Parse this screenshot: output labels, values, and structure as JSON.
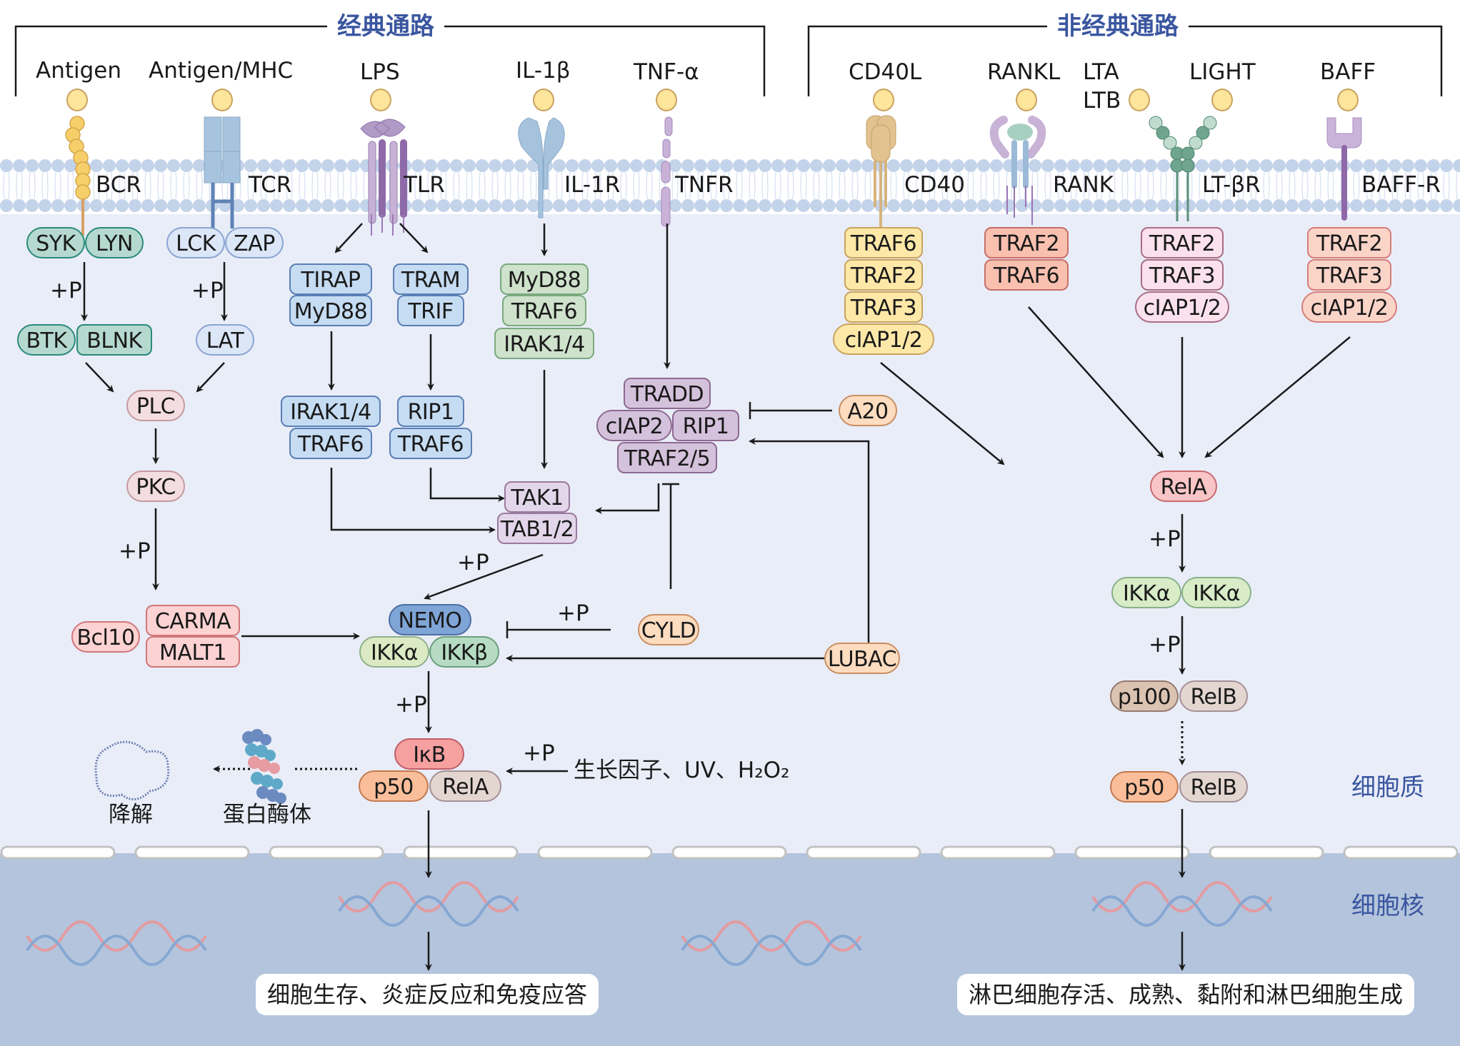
{
  "sections": {
    "canonical": "经典通路",
    "noncanonical": "非经典通路"
  },
  "regions": {
    "cytoplasm": "细胞质",
    "nucleus": "细胞核"
  },
  "ligands": {
    "antigen": "Antigen",
    "antigen_mhc": "Antigen/MHC",
    "lps": "LPS",
    "il1b": "IL-1β",
    "tnfa": "TNF-α",
    "cd40l": "CD40L",
    "rankl": "RANKL",
    "lta": "LTA",
    "ltb": "LTB",
    "light": "LIGHT",
    "baff": "BAFF"
  },
  "receptors": {
    "bcr": "BCR",
    "tcr": "TCR",
    "tlr": "TLR",
    "il1r": "IL-1R",
    "tnfr": "TNFR",
    "cd40": "CD40",
    "rank": "RANK",
    "ltbr": "LT-βR",
    "baffr": "BAFF-R"
  },
  "phospho": "+P",
  "nodes": {
    "syk": "SYK",
    "lyn": "LYN",
    "lck": "LCK",
    "zap": "ZAP",
    "btk": "BTK",
    "blnk": "BLNK",
    "lat": "LAT",
    "plc": "PLC",
    "pkc": "PKC",
    "bcl10": "Bcl10",
    "carma": "CARMA",
    "malt1": "MALT1",
    "tirap": "TIRAP",
    "myd88_tlr": "MyD88",
    "tram": "TRAM",
    "trif": "TRIF",
    "irak14_tlr": "IRAK1/4",
    "traf6_tlr1": "TRAF6",
    "rip1_tlr": "RIP1",
    "traf6_tlr2": "TRAF6",
    "myd88_il1": "MyD88",
    "traf6_il1": "TRAF6",
    "irak14_il1": "IRAK1/4",
    "tak1": "TAK1",
    "tab12": "TAB1/2",
    "tradd": "TRADD",
    "ciap2": "cIAP2",
    "rip1_tnf": "RIP1",
    "traf25": "TRAF2/5",
    "a20": "A20",
    "cyld": "CYLD",
    "lubac": "LUBAC",
    "nemo": "NEMO",
    "ikka": "IKKα",
    "ikkb": "IKKβ",
    "ikb": "IκB",
    "p50": "p50",
    "rela": "RelA",
    "stimuli": "生长因子、UV、H₂O₂",
    "degradation": "降解",
    "proteasome": "蛋白酶体",
    "cd40_traf6": "TRAF6",
    "cd40_traf2": "TRAF2",
    "cd40_traf3": "TRAF3",
    "cd40_ciap": "cIAP1/2",
    "rank_traf2": "TRAF2",
    "rank_traf6": "TRAF6",
    "ltbr_traf2": "TRAF2",
    "ltbr_traf3": "TRAF3",
    "ltbr_ciap": "cIAP1/2",
    "baffr_traf2": "TRAF2",
    "baffr_traf3": "TRAF3",
    "baffr_ciap": "cIAP1/2",
    "rela_nc": "RelA",
    "ikka_nc1": "IKKα",
    "ikka_nc2": "IKKα",
    "p100": "p100",
    "relb1": "RelB",
    "p50_nc": "p50",
    "relb2": "RelB"
  },
  "outcomes": {
    "canonical": "细胞生存、炎症反应和免疫应答",
    "noncanonical": "淋巴细胞存活、成熟、黏附和淋巴细胞生成"
  }
}
